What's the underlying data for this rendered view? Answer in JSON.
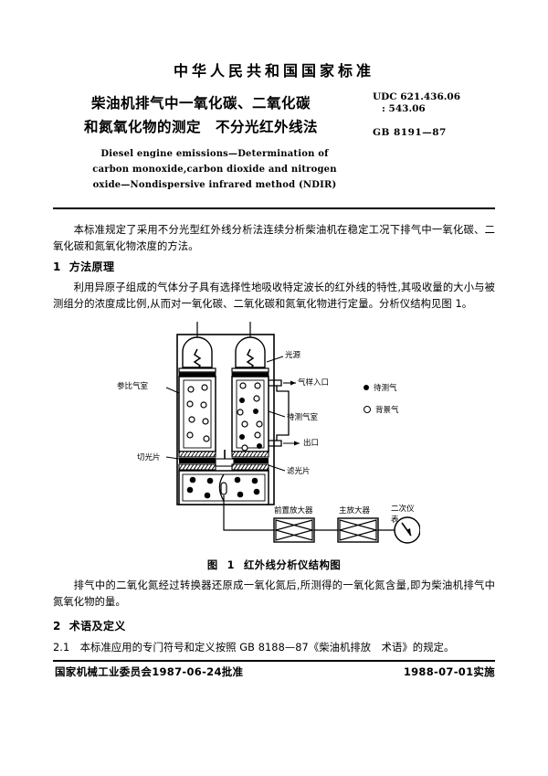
{
  "header": {
    "organization": "中华人民共和国国家标准",
    "title_lines": [
      "柴油机排气中一氧化碳、二氧化碳",
      "和氮氧化物的测定　不分光红外线法"
    ],
    "udc_line1": "UDC 621.436.06",
    "udc_line2": ": 543.06",
    "standard_number": "GB 8191—87",
    "subtitle_en_lines": [
      "Diesel engine emissions—Determination of",
      "carbon monoxide,carbon dioxide and nitrogen",
      "oxide—Nondispersive infrared method (NDIR)"
    ]
  },
  "body": {
    "scope_paragraph": "本标准规定了采用不分光型红外线分析法连续分析柴油机在稳定工况下排气中一氧化碳、二氧化碳和氮氧化物浓度的方法。",
    "section1_number": "1",
    "section1_title": "方法原理",
    "principle_paragraph": "利用异原子组成的气体分子具有选择性地吸收特定波长的红外线的特性,其吸收量的大小与被测组分的浓度成比例,从而对一氧化碳、二氧化碳和氮氧化物进行定量。分析仪结构见图 1。",
    "nox_paragraph": "排气中的二氧化氮经过转换器还原成一氧化氮后,所测得的一氧化氮含量,即为柴油机排气中氮氧化物的量。",
    "section2_number": "2",
    "section2_title": "术语及定义",
    "clause_2_1": "2.1　本标准应用的专门符号和定义按照 GB 8188—87《柴油机排放　术语》的规定。"
  },
  "figure": {
    "caption_label": "图",
    "caption_number": "1",
    "caption_title": "红外线分析仪结构图",
    "labels": {
      "light_source": "光源",
      "reference_chamber": "参比气室",
      "sample_inlet": "气样入口",
      "sample_chamber": "待测气室",
      "outlet": "出口",
      "chopper": "切光片",
      "filter": "滤光片",
      "pre_amplifier": "前置放大器",
      "main_amplifier": "主放大器",
      "secondary_instrument": "二次仪表"
    },
    "legend": [
      {
        "marker": "filled",
        "label": "待测气"
      },
      {
        "marker": "hollow",
        "label": "背景气"
      }
    ]
  },
  "footer": {
    "approval": "国家机械工业委员会1987-06-24批准",
    "implementation": "1988-07-01实施"
  },
  "colors": {
    "ink": "#000000",
    "paper": "#ffffff"
  }
}
